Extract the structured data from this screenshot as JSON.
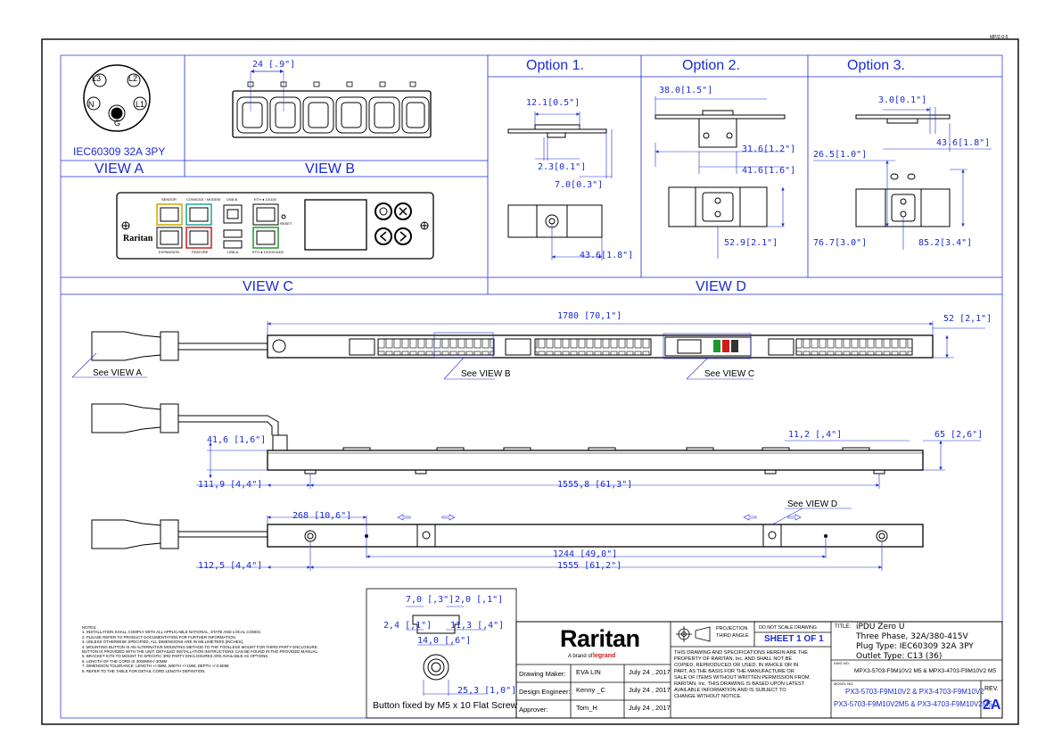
{
  "sheet_tag": "MP/2-0-5",
  "views": {
    "a_label": "VIEW A",
    "b_label": "VIEW B",
    "c_label": "VIEW C",
    "d_label": "VIEW D"
  },
  "view_a": {
    "plug_caption": "IEC60309 32A 3PY",
    "pins": [
      "L3",
      "L2",
      "N",
      "L1",
      "G"
    ]
  },
  "view_b": {
    "dim_width": "24 [.9\"]"
  },
  "view_c": {
    "port_labels": [
      "SENSOR",
      "CONSOLE / MODEM",
      "USB-B",
      "ETH ● 10/100",
      "EXPANSION",
      "FEATURE",
      "USB-A",
      "ETH ● 10/100/1000",
      "RESET"
    ],
    "brand": "Raritan"
  },
  "options": {
    "option1": {
      "title": "Option 1.",
      "dims": [
        "12.1[0.5\"]",
        "2.3[0.1\"]",
        "7.0[0.3\"]",
        "43.6[1.8\"]"
      ]
    },
    "option2": {
      "title": "Option  2.",
      "dims": [
        "38.0[1.5\"]",
        "31.6[1.2\"]",
        "41.6[1.6\"]",
        "52.9[2.1\"]"
      ]
    },
    "option3": {
      "title": "Option 3.",
      "dims": [
        "3.0[0.1\"]",
        "43.6[1.8\"]",
        "26.5[1.0\"]",
        "76.7[3.0\"]",
        "85.2[3.4\"]"
      ]
    }
  },
  "front_view": {
    "dim_length": "1780 [70,1\"]",
    "dim_width": "52 [2,1\"]",
    "see_a": "See VIEW A",
    "see_b": "See VIEW B",
    "see_c": "See VIEW C"
  },
  "side_view": {
    "dim_height": "41,6 [1,6\"]",
    "dim_small": "11,2 [,4\"]",
    "dim_depth": "65 [2,6\"]",
    "dim_offset": "111,9 [4,4\"]",
    "dim_pitch": "1555,8 [61,3\"]"
  },
  "back_view": {
    "see_d": "See VIEW D",
    "dim_268": "268 [10,6\"]",
    "dim_1244": "1244 [49,0\"]",
    "dim_offset": "112,5 [4,4\"]",
    "dim_pitch": "1555 [61,2\"]"
  },
  "button_detail": {
    "dims": [
      "7,0 [,3\"]",
      "2,0 [,1\"]",
      "2,4 [,1\"]",
      "11,3 [,4\"]",
      "14,0 [,6\"]",
      "25,3 [1,0\"]"
    ],
    "caption": "Button fixed by M5 x 10 Flat Screw"
  },
  "notes": {
    "title": "NOTES:",
    "lines": [
      "1. INSTALLATION SHALL COMPLY WITH ALL APPLICABLE NATIONAL, STATE AND LOCAL CODES.",
      "2. PLEASE REFER TO PRODUCT DOCUMENTATION FOR FURTHER INFORMATION.",
      "3. UNLESS OTHERWISE SPECIFIED, ALL DIMENSIONS ARE IN MILLIMETERS [INCHES].",
      "4. MOUNTING BUTTON IS AN ALTERNATIVE MOUNTING METHOD TO THE TOOLLESS MOUNT FOR THIRD PARTY ENCLOSURE.",
      "   BUTTON IS PROVIDED WITH THE UNIT. DETAILED INSTALLATION INSTRUCTIONS CAN BE FOUND IN THE PROVIDED MANUAL.",
      "5. BRACKET KITS TO MOUNT TO SPECIFIC 3RD PARTY ENCLOSURES ARE AVAILABLE AS OPTIONS.",
      "6. LENGTH OF THE CORD IS 3000MM+/-30MM",
      "7. DIMENSION TOLERANCE: LENGTH +/-3MM, WIDTH +/-1MM, DEPTH +/-0.5MM",
      "8. REFER TO THE TABLE FOR DETAIL CORD LENGTH DEFINITION."
    ]
  },
  "title_block": {
    "logo": "Raritan",
    "logo_sub": "A brand of",
    "logo_brand": "legrand",
    "projection_1": "PROJECTION",
    "projection_2": "THIRD ANGLE",
    "do_not_scale": "DO NOT SCALE DRAWING",
    "sheet": "SHEET 1 OF 1",
    "disclaimer": [
      "THIS DRAWING AND SPECIFICATIONS HEREIN ARE THE",
      "PROPERTY OF RARITAN, Inc. AND SHALL NOT BE",
      "COPIED, REPRODUCED OR USED, IN WHOLE OR IN",
      "PART, AS THE BASIS FOR THE MANUFACTURE OR",
      "SALE OF ITEMS WITHOUT WRITTEN PERMISSION FROM",
      "RARITAN, Inc. THIS DRAWING IS BASED UPON LATEST",
      "AVAILABLE INFORMATION AND IS SUBJECT TO",
      "CHANGE WITHOUT NOTICE."
    ],
    "rows": [
      {
        "role": "Drawing Maker:",
        "name": "EVA LIN",
        "date": "July 24 , 2017"
      },
      {
        "role": "Design Engineer:",
        "name": "Kenny _C",
        "date": "July 24 , 2017"
      },
      {
        "role": "Approver:",
        "name": "Tom_H",
        "date": "July 24 , 2017"
      }
    ],
    "title_label": "TITLE:",
    "title_lines": [
      "iPDU Zero U",
      "Three Phase, 32A/380-415V",
      "Plug Type: IEC60309 32A 3PY",
      "Outlet Type: C13 (36)"
    ],
    "dwg_label": "DWG NO.",
    "dwg_no": "MPX3-5703-F9M10V2 M5 & MPX3-4703-F9M10V2 M5",
    "model_label": "MODEL NO.",
    "model_1": "PX3-5703-F9M10V2 & PX3-4703-F9M10V2",
    "model_2": "PX3-5703-F9M10V2M5 & PX3-4703-F9M10V2M5",
    "rev_label": "REV.",
    "rev": "2A"
  }
}
